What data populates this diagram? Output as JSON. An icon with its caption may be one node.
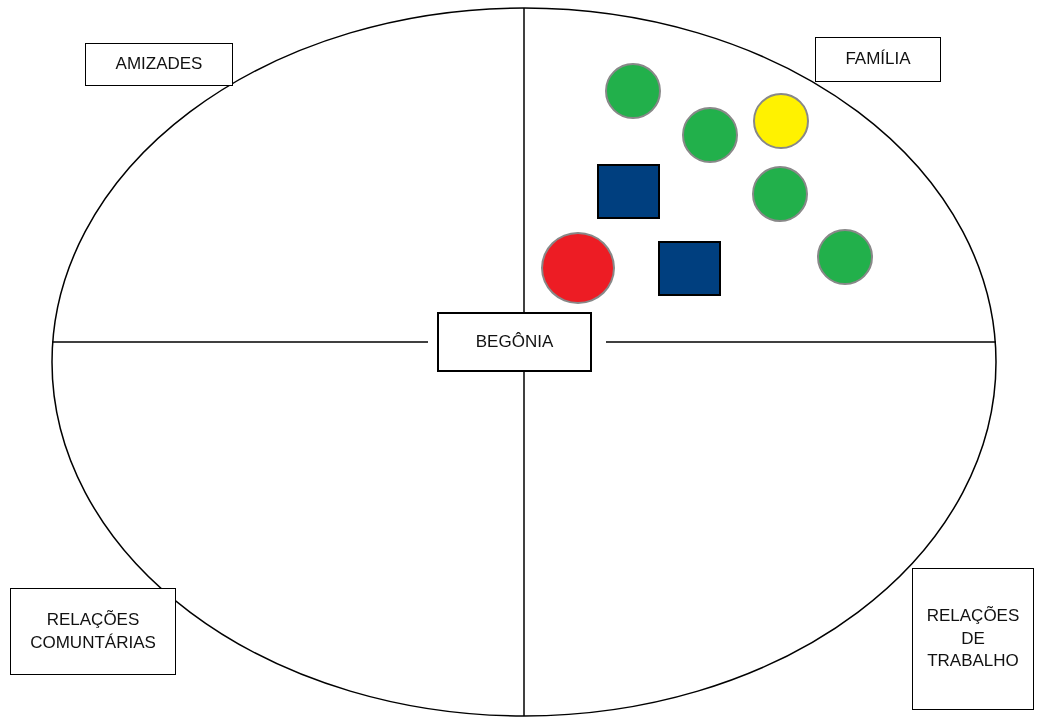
{
  "diagram": {
    "nodes": [
      {
        "text": [],
        "shape": "ellipse"
      },
      {
        "text": [
          "AMIZADES"
        ]
      },
      {
        "text": [
          "FAMÍLIA"
        ]
      },
      {
        "text": [],
        "shape": "circle",
        "in": 0
      },
      {
        "text": [],
        "shape": "circle",
        "in": 0
      },
      {
        "text": [],
        "shape": "circle",
        "in": 0
      },
      {
        "text": [],
        "shape": "box",
        "in": 0
      },
      {
        "text": [],
        "shape": "circle",
        "in": 0
      },
      {
        "text": [],
        "shape": "circle",
        "in": 0
      },
      {
        "text": [],
        "shape": "circle",
        "in": 0
      },
      {
        "text": [],
        "shape": "box",
        "in": 0
      },
      {
        "text": [
          "BEGÔNIA"
        ],
        "in": 0
      },
      {
        "text": [
          "RELAÇÕES COMUNTÁRIAS"
        ]
      },
      {
        "text": [
          "RELAÇÕES DE TRABALHO"
        ]
      }
    ]
  }
}
